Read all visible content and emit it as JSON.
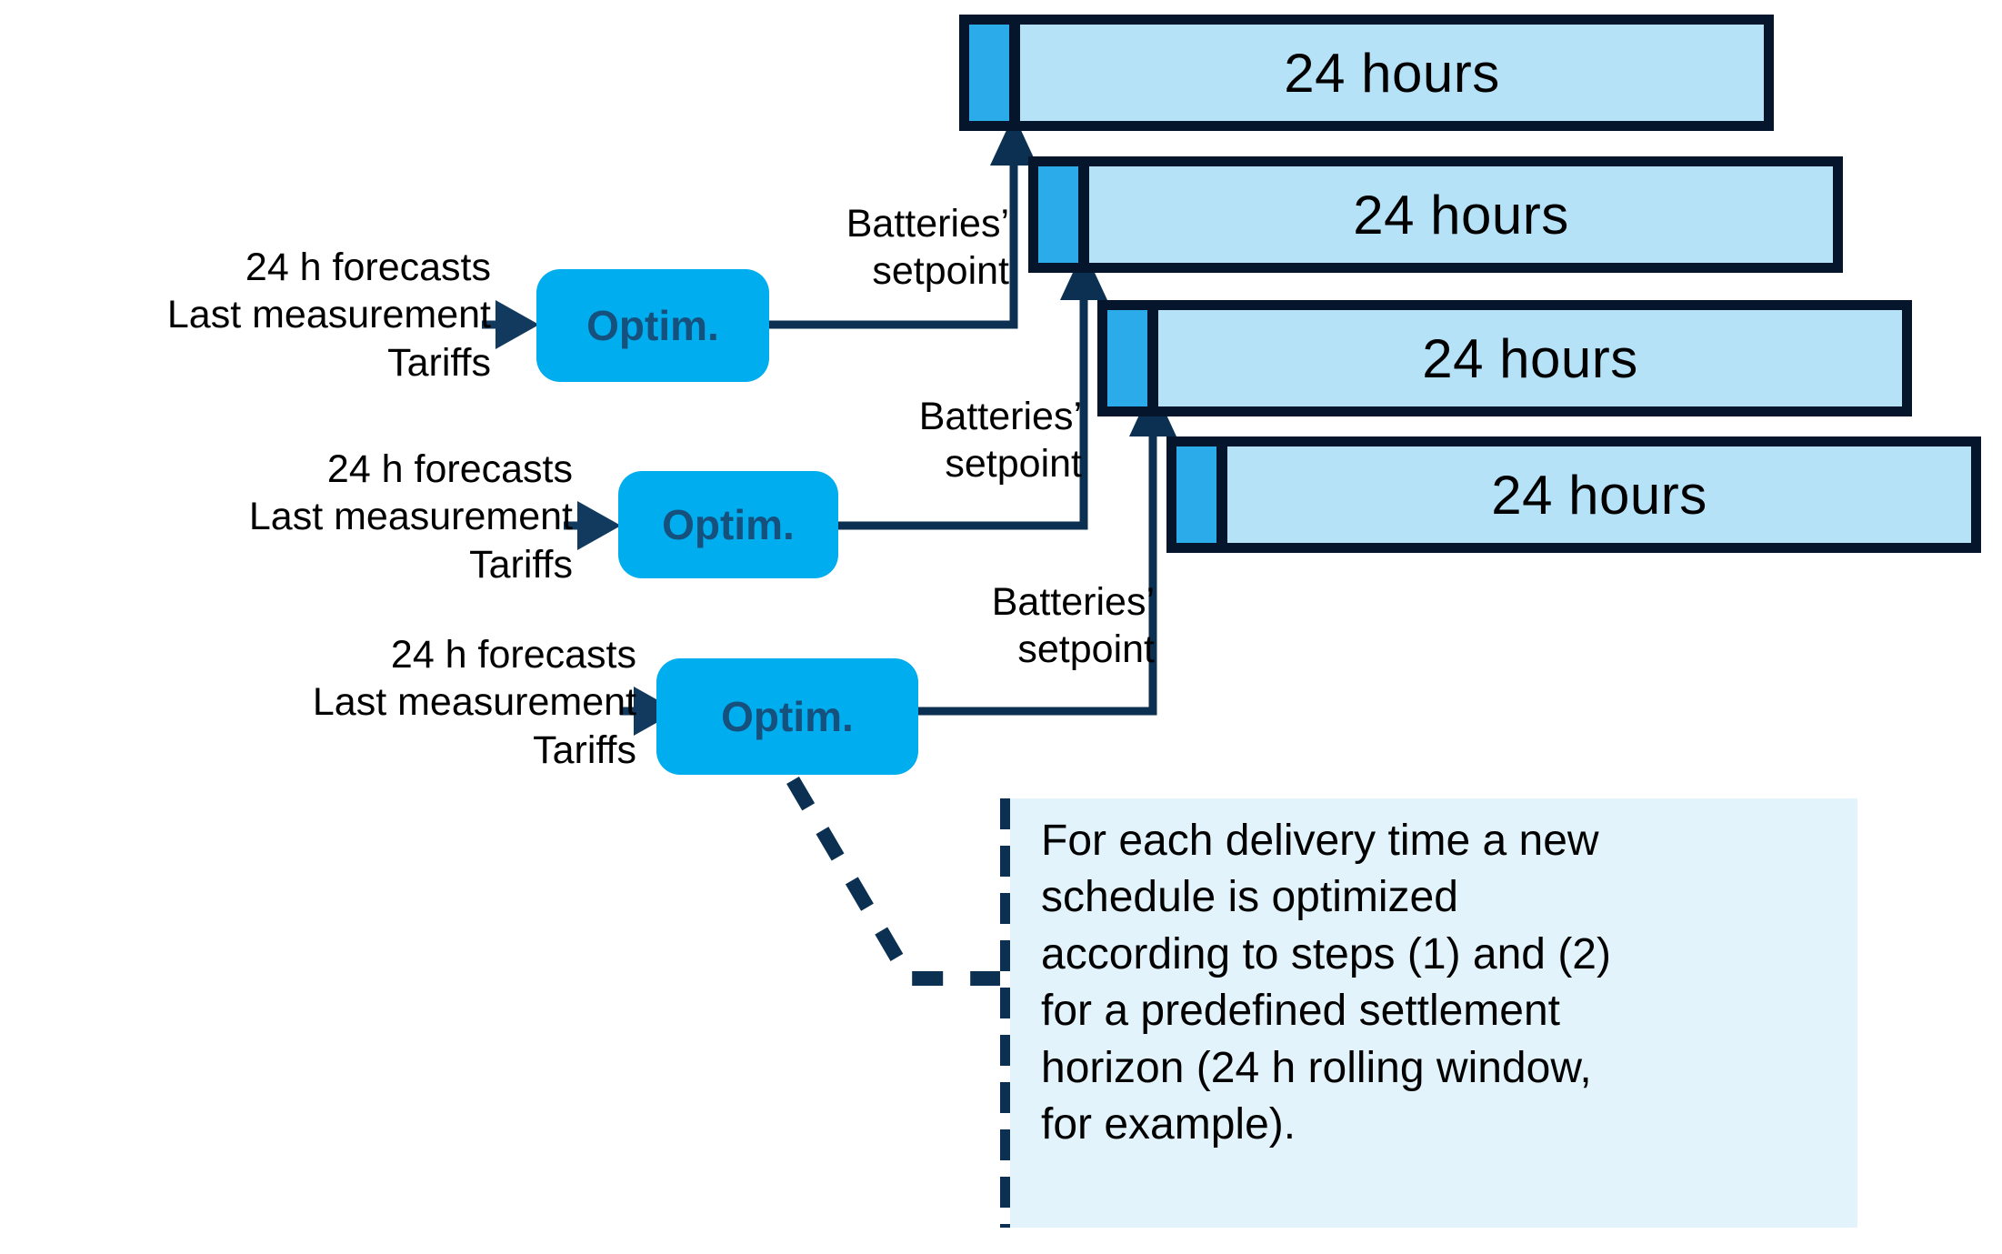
{
  "diagram": {
    "title": "Rolling-horizon battery scheduling diagram",
    "colors": {
      "accent_blue": "#00aeef",
      "bar_lead": "#2cabeb",
      "bar_fill": "#b6e2f8",
      "outline_navy": "#04152c",
      "note_bg": "#e2f3fb",
      "optim_text": "#16507c"
    }
  },
  "horizon_bars": [
    {
      "label": "24 hours"
    },
    {
      "label": "24 hours"
    },
    {
      "label": "24 hours"
    },
    {
      "label": "24 hours"
    }
  ],
  "optim_steps": [
    {
      "box_label": "Optim.",
      "inputs": [
        "24 h forecasts",
        "Last measurement",
        "Tariffs"
      ],
      "output": {
        "line1": "Batteries’",
        "line2": "setpoint"
      }
    },
    {
      "box_label": "Optim.",
      "inputs": [
        "24 h forecasts",
        "Last measurement",
        "Tariffs"
      ],
      "output": {
        "line1": "Batteries’",
        "line2": "setpoint"
      }
    },
    {
      "box_label": "Optim.",
      "inputs": [
        "24 h forecasts",
        "Last measurement",
        "Tariffs"
      ],
      "output": {
        "line1": "Batteries’",
        "line2": "setpoint"
      }
    }
  ],
  "note": {
    "lines": [
      "For each delivery time a new",
      "schedule is optimized",
      "according to steps (1) and (2)",
      "for a predefined settlement",
      "horizon (24 h rolling window,",
      "for example)."
    ]
  }
}
